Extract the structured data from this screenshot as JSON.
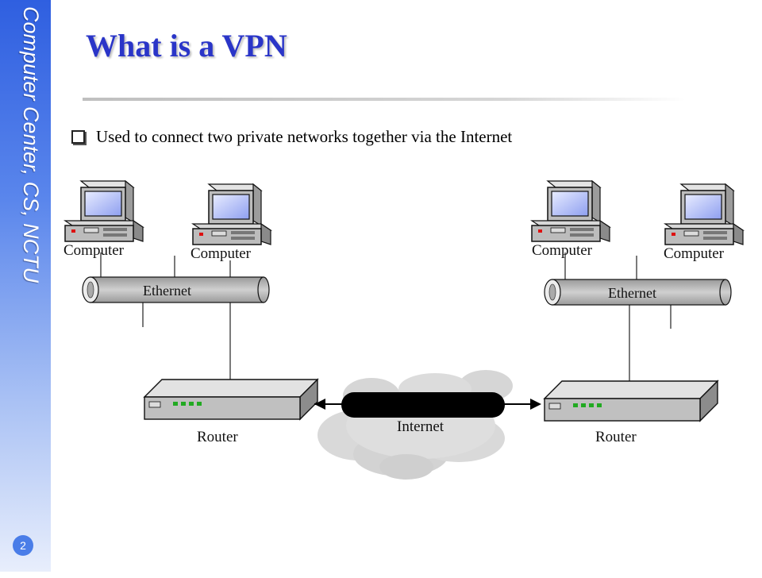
{
  "sidebar": {
    "text": "Computer Center, CS, NCTU"
  },
  "page_number": "2",
  "slide": {
    "title": "What is a VPN",
    "bullet": "Used to connect two private networks together via the Internet"
  },
  "diagram": {
    "left": {
      "computer_a": "Computer",
      "computer_b": "Computer",
      "bus": "Ethernet",
      "router": "Router"
    },
    "right": {
      "computer_a": "Computer",
      "computer_b": "Computer",
      "bus": "Ethernet",
      "router": "Router"
    },
    "tunnel": "Internet"
  },
  "colors": {
    "title": "#2a35c8",
    "sidebar": "#2f5fe0",
    "tunnel": "#000000",
    "cloud": "#d9d9d9"
  }
}
